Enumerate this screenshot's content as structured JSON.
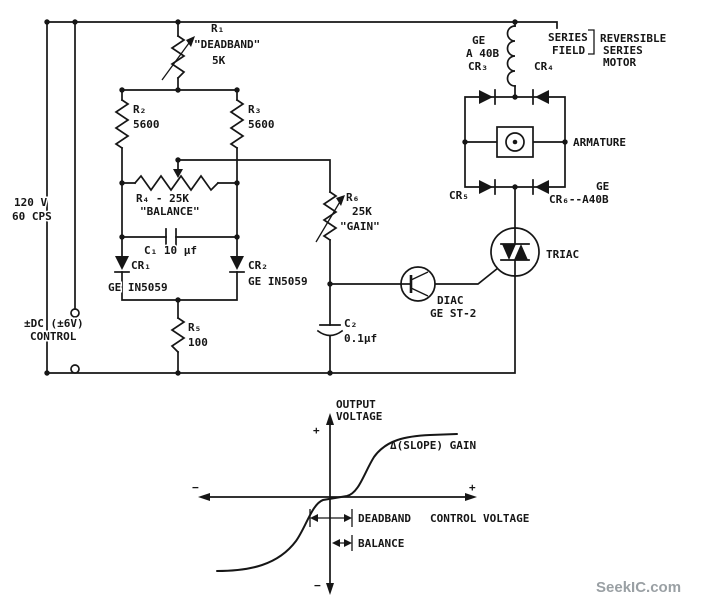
{
  "schematic": {
    "supply_v": "120 V",
    "supply_f": "60 CPS",
    "control_dc": "±DC (±6V)",
    "control_label": "CONTROL",
    "r1": "R₁",
    "r1_note": "\"DEADBAND\"",
    "r1_val": "5K",
    "r2": "R₂",
    "r2_val": "5600",
    "r3": "R₃",
    "r3_val": "5600",
    "r4": "R₄ - 25K",
    "r4_note": "\"BALANCE\"",
    "c1": "C₁ 10 μf",
    "cr1": "CR₁",
    "cr1_part": "GE IN5059",
    "cr2": "CR₂",
    "cr2_part": "GE IN5059",
    "r5": "R₅",
    "r5_val": "100",
    "r6": "R₆",
    "r6_val": "25K",
    "r6_note": "\"GAIN\"",
    "c2": "C₂",
    "c2_val": "0.1μf",
    "diac": "DIAC",
    "diac_part": "GE ST-2",
    "triac": "TRIAC",
    "bridge_ge": "GE",
    "bridge_a40b": "A 40B",
    "cr3": "CR₃",
    "cr4": "CR₄",
    "cr5": "CR₅",
    "cr6_ge": "GE",
    "cr6": "CR₆--A40B",
    "armature": "ARMATURE",
    "field1": "SERIES",
    "field2": "FIELD",
    "motor1": "REVERSIBLE",
    "motor2": "SERIES",
    "motor3": "MOTOR"
  },
  "graph": {
    "y1": "OUTPUT",
    "y2": "VOLTAGE",
    "plus_top": "+",
    "minus_bottom": "−",
    "minus_left": "−",
    "plus_right": "+",
    "gain": "Δ(SLOPE) GAIN",
    "deadband": "DEADBAND",
    "axis_label": "CONTROL VOLTAGE",
    "balance": "BALANCE"
  },
  "watermark": "SeekIC.com"
}
